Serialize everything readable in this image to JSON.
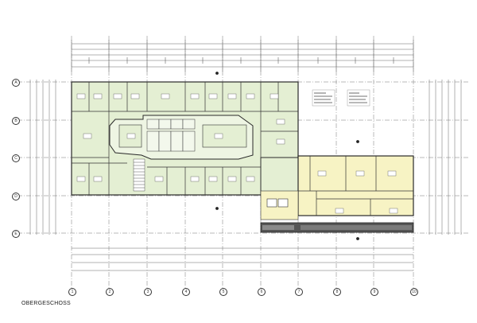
{
  "floor": {
    "label": "OBERGESCHOSS"
  },
  "grid": {
    "rows": [
      "A",
      "B",
      "C",
      "D",
      "E"
    ],
    "cols": [
      "1",
      "2",
      "3",
      "4",
      "5",
      "6",
      "7",
      "8",
      "9",
      "10"
    ]
  },
  "colors": {
    "green_zone": "#e4efd3",
    "yellow_zone": "#f7f3c4",
    "wall": "#2a2a2a",
    "grid_line": "#6a6a6a",
    "dark_band": "#555555"
  }
}
